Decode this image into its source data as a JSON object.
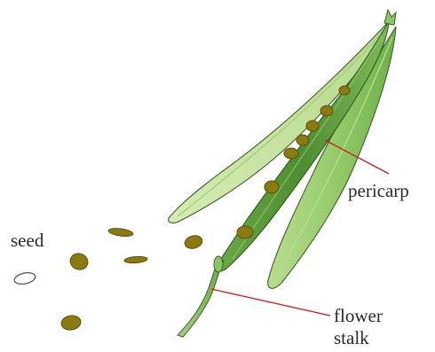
{
  "labels": {
    "pericarp": "pericarp",
    "seed": "seed",
    "flower_stalk_line1": "flower",
    "flower_stalk_line2": "stalk"
  },
  "colors": {
    "pod_light": "#c6e39f",
    "pod_mid": "#8fc465",
    "pod_dark": "#4f8d32",
    "seed_fill": "#8a7a12",
    "seed_stroke": "#5b5006",
    "leader_line": "#d11a1a",
    "outline": "#3f5f2a"
  },
  "icons": {
    "pod": "silique-pod-illustration",
    "seeds": "scattered-seeds",
    "empty_seed": "seed-outline"
  }
}
